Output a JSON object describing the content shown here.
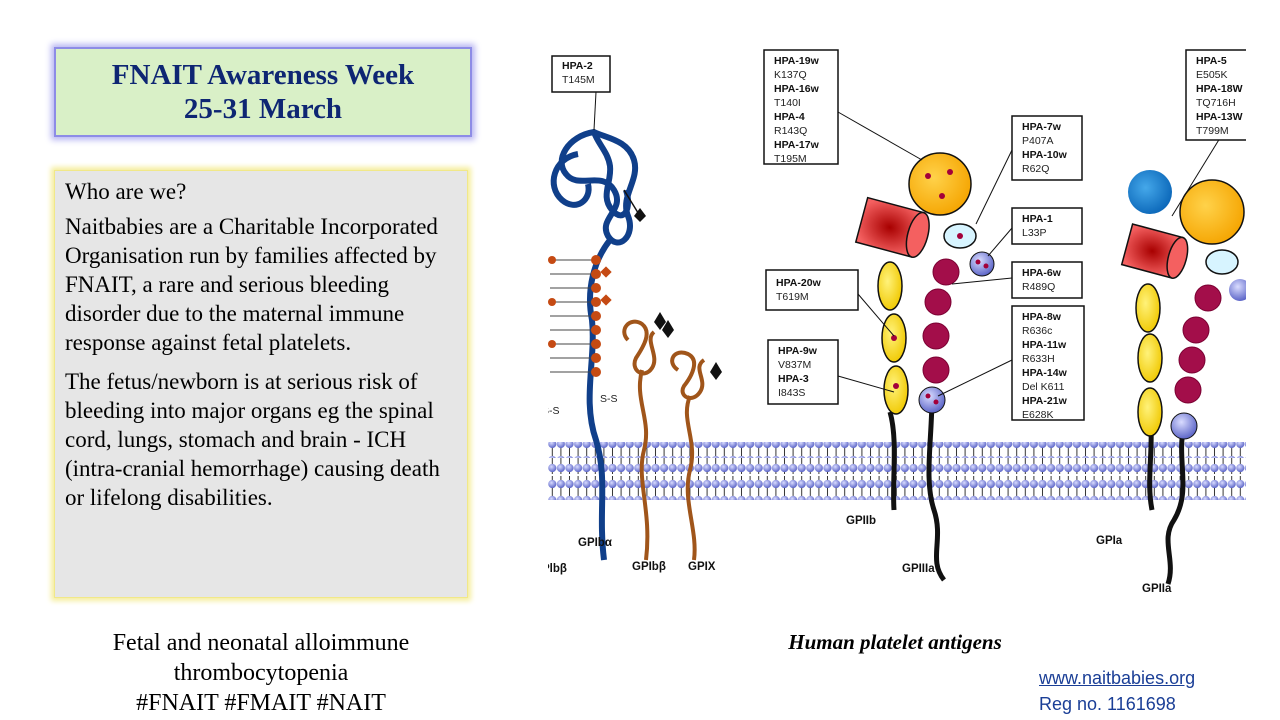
{
  "title": {
    "line1": "FNAIT Awareness Week",
    "line2": "25-31 March"
  },
  "info": {
    "heading": "Who are we?",
    "para1": "Naitbabies are a Charitable Incorporated Organisation run by families affected by FNAIT, a rare and serious bleeding disorder due to the maternal immune response against fetal platelets.",
    "para2": "The fetus/newborn is at serious risk of bleeding into major organs eg the spinal cord, lungs, stomach and brain - ICH (intra-cranial hemorrhage) causing death or lifelong disabilities."
  },
  "footer": {
    "line1": "Fetal and neonatal alloimmune",
    "line2": "thrombocytopenia",
    "line3": "#FNAIT #FMAIT #NAIT"
  },
  "caption": "Human platelet antigens",
  "website": "www.naitbabies.org",
  "reg_no": "Reg no. 1161698",
  "diagram": {
    "molecules": {
      "gpiba": "GPIbα",
      "gpibb_left": "Plbβ",
      "gpibb": "GPIbβ",
      "gpix": "GPIX",
      "gpiib": "GPIIb",
      "gpiiia": "GPIIIa",
      "gpia": "GPIa",
      "gpiia": "GPIIa"
    },
    "ss1": "S-S",
    "ss2": "S-S",
    "boxes": {
      "hpa2": {
        "l1": "HPA-2",
        "l2": "T145M"
      },
      "hpa19": {
        "l1": "HPA-19w",
        "l2": "K137Q",
        "l3": "HPA-16w",
        "l4": "T140I",
        "l5": "HPA-4",
        "l6": "R143Q",
        "l7": "HPA-17w",
        "l8": "T195M"
      },
      "hpa7": {
        "l1": "HPA-7w",
        "l2": "P407A",
        "l3": "HPA-10w",
        "l4": "R62Q"
      },
      "hpa1": {
        "l1": "HPA-1",
        "l2": "L33P"
      },
      "hpa6": {
        "l1": "HPA-6w",
        "l2": "R489Q"
      },
      "hpa20": {
        "l1": "HPA-20w",
        "l2": "T619M"
      },
      "hpa8": {
        "l1": "HPA-8w",
        "l2": "R636c",
        "l3": "HPA-11w",
        "l4": "R633H",
        "l5": "HPA-14w",
        "l6": "Del K611",
        "l7": "HPA-21w",
        "l8": "E628K"
      },
      "hpa9": {
        "l1": "HPA-9w",
        "l2": "V837M",
        "l3": "HPA-3",
        "l4": "I843S"
      },
      "hpa5": {
        "l1": "HPA-5",
        "l2": "E505K",
        "l3": "HPA-18W",
        "l4": "TQ716H",
        "l5": "HPA-13W",
        "l6": "T799M"
      }
    }
  }
}
